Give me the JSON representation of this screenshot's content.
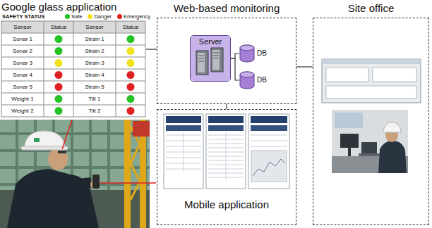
{
  "diagram": {
    "nodes": [
      {
        "text": [
          "Google glass application"
        ]
      },
      {
        "text": [
          "Web-based monitoring"
        ]
      },
      {
        "text": [
          "Server"
        ],
        "in": 1
      },
      {
        "text": [
          "DB"
        ],
        "in": 1
      },
      {
        "text": [
          "DB"
        ],
        "in": 1
      },
      {
        "text": [
          "Mobile application"
        ]
      },
      {
        "text": [
          "Site office"
        ]
      }
    ],
    "edges": [
      {
        "from": 0,
        "to": 1,
        "arrow": "none"
      },
      {
        "from": 2,
        "to": 3,
        "arrow": "none"
      },
      {
        "from": 2,
        "to": 4,
        "arrow": "none"
      },
      {
        "from": 1,
        "to": 5,
        "arrow": "none"
      },
      {
        "from": 1,
        "to": 6,
        "arrow": "none"
      }
    ],
    "labels": [
      "SAFETY STATUS",
      "Sensor",
      "Status",
      "Sensor",
      "Status",
      "Sonar 1",
      "Strain 1",
      "Sonar 2",
      "Strain 2",
      "Sonar 3",
      "Strain 3",
      "Sonar 4",
      "Strain 4",
      "Sonar 5",
      "Strain 5",
      "Weight 1",
      "Tilt 1",
      "Weight 2",
      "Tilt 2"
    ],
    "legend": [
      {
        "text": "Safe",
        "color": "#22c322"
      },
      {
        "text": "Danger",
        "color": "#f2e21b"
      },
      {
        "text": "Emergency",
        "color": "#e02020"
      }
    ]
  }
}
